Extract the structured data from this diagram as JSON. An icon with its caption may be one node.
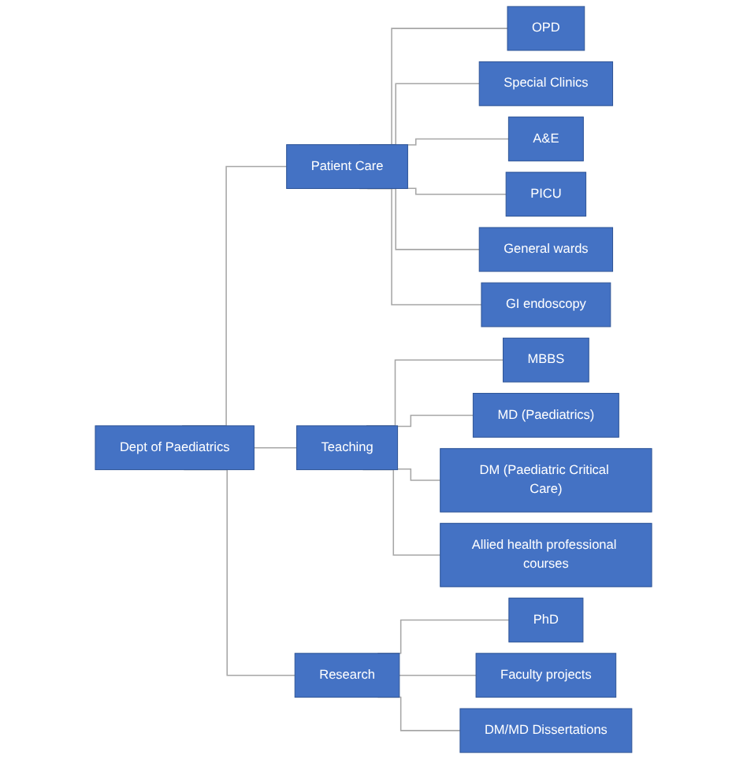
{
  "diagram": {
    "nodes": [
      {
        "text": [
          "Dept of Paediatrics"
        ]
      },
      {
        "text": [
          "Patient Care"
        ]
      },
      {
        "text": [
          "Teaching"
        ]
      },
      {
        "text": [
          "Research"
        ]
      },
      {
        "text": [
          "OPD"
        ]
      },
      {
        "text": [
          "Special Clinics"
        ]
      },
      {
        "text": [
          "A&E"
        ]
      },
      {
        "text": [
          "PICU"
        ]
      },
      {
        "text": [
          "General wards"
        ]
      },
      {
        "text": [
          "GI endoscopy"
        ]
      },
      {
        "text": [
          "MBBS"
        ]
      },
      {
        "text": [
          "MD (Paediatrics)"
        ]
      },
      {
        "text": [
          "DM (Paediatric Critical Care)"
        ]
      },
      {
        "text": [
          "Allied health professional courses"
        ]
      },
      {
        "text": [
          "PhD"
        ]
      },
      {
        "text": [
          "Faculty projects"
        ]
      },
      {
        "text": [
          "DM/MD Dissertations"
        ]
      }
    ],
    "edges": [
      {
        "from": 0,
        "to": 1,
        "arrow": "none"
      },
      {
        "from": 0,
        "to": 2,
        "arrow": "none"
      },
      {
        "from": 0,
        "to": 3,
        "arrow": "none"
      },
      {
        "from": 1,
        "to": 4,
        "arrow": "none"
      },
      {
        "from": 1,
        "to": 5,
        "arrow": "none"
      },
      {
        "from": 1,
        "to": 6,
        "arrow": "none"
      },
      {
        "from": 1,
        "to": 7,
        "arrow": "none"
      },
      {
        "from": 1,
        "to": 8,
        "arrow": "none"
      },
      {
        "from": 1,
        "to": 9,
        "arrow": "none"
      },
      {
        "from": 2,
        "to": 10,
        "arrow": "none"
      },
      {
        "from": 2,
        "to": 11,
        "arrow": "none"
      },
      {
        "from": 2,
        "to": 12,
        "arrow": "none"
      },
      {
        "from": 2,
        "to": 13,
        "arrow": "none"
      },
      {
        "from": 3,
        "to": 14,
        "arrow": "none"
      },
      {
        "from": 3,
        "to": 15,
        "arrow": "none"
      },
      {
        "from": 3,
        "to": 16,
        "arrow": "none"
      }
    ]
  }
}
